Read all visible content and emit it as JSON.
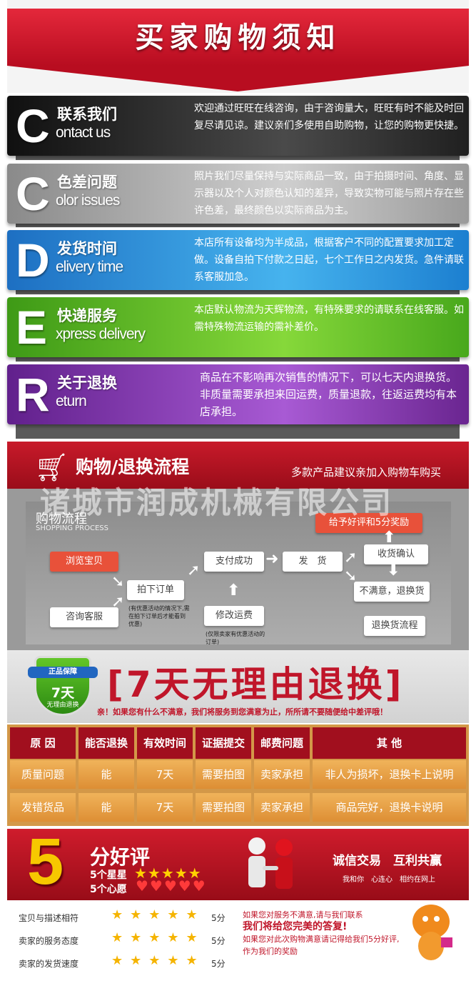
{
  "header": {
    "title": "买家购物须知"
  },
  "rows": [
    {
      "big": "C",
      "cn": "联系我们",
      "en": "ontact us",
      "desc": "欢迎通过旺旺在线咨询，由于咨询量大，旺旺有时不能及时回复尽请见谅。建议亲们多使用自助购物，让您的购物更快捷。"
    },
    {
      "big": "C",
      "cn": "色差问题",
      "en": "olor issues",
      "desc": "照片我们尽量保持与实际商品一致，由于拍摄时间、角度、显示器以及个人对颜色认知的差异，导致实物可能与照片存在些许色差，最终颜色以实际商品为主。"
    },
    {
      "big": "D",
      "cn": "发货时间",
      "en": "elivery time",
      "desc": "本店所有设备均为半成品，根据客户不同的配置要求加工定做。设备自拍下付款之日起，七个工作日之内发货。急件请联系客服加急。"
    },
    {
      "big": "E",
      "cn": "快递服务",
      "en": "xpress delivery",
      "desc": "本店默认物流为天辉物流，有特殊要求的请联系在线客服。如需特殊物流运输的需补差价。"
    },
    {
      "big": "R",
      "cn": "关于退换",
      "en": "eturn",
      "desc": "商品在不影响再次销售的情况下，可以七天内退换货。非质量需要承担来回运费，质量退款，往返运费均有本店承担。"
    }
  ],
  "process": {
    "title": "购物/退换流程",
    "subtitle": "多款产品建议亲加入购物车购买",
    "watermark": "诸城市润成机械有限公司",
    "section_cn": "购物流程",
    "section_en": "SHOPPING PROCESS",
    "boxes": {
      "browse": "浏览宝贝",
      "consult": "咨询客服",
      "order": "拍下订单",
      "pay": "支付成功",
      "edit": "修改运费",
      "ship": "发　货",
      "receive": "收货确认",
      "review": "给予好评和5分奖励",
      "unhappy": "不满意，退换货",
      "returnflow": "退换货流程"
    },
    "note1": "(有优惠活动的情况下,需在拍下订单后才能看到优惠)",
    "note2": "(仅限卖家有优惠活动的订单)"
  },
  "seven": {
    "shield_a": "正品保障",
    "shield_b": "7天",
    "shield_c": "无理由退换",
    "title": "[7天无理由退换]",
    "subtitle": "亲！如果您有什么不满意，我们将服务到您满意为止，所所请不要随便给中差评哦！"
  },
  "table": {
    "headers": [
      "原 因",
      "能否退换",
      "有效时间",
      "证据提交",
      "邮费问题",
      "其 他"
    ],
    "rows": [
      [
        "质量问题",
        "能",
        "7天",
        "需要拍图",
        "卖家承担",
        "非人为损坏，退换卡上说明"
      ],
      [
        "发错货品",
        "能",
        "7天",
        "需要拍图",
        "卖家承担",
        "商品完好，退换卡说明"
      ]
    ]
  },
  "rating": {
    "five": "5",
    "title": "分好评",
    "line1": "5个星星",
    "line2": "5个心愿",
    "stars": "★★★★★",
    "hearts": "♥♥♥♥♥",
    "slogan": "诚信交易　互利共赢",
    "slogan2": "我和你　心连心　相约在网上",
    "items": [
      {
        "label": "宝贝与描述相符",
        "stars": "★★★★★",
        "score": "5分"
      },
      {
        "label": "卖家的服务态度",
        "stars": "★★★★★",
        "score": "5分"
      },
      {
        "label": "卖家的发货速度",
        "stars": "★★★★★",
        "score": "5分"
      }
    ],
    "note1": "如果您对服务不满意,请与我们联系",
    "note2": "我们将给您完美的答复!",
    "note3": "如果您对此次购物满意请记得给我们5分好评,作为我们的奖励"
  }
}
